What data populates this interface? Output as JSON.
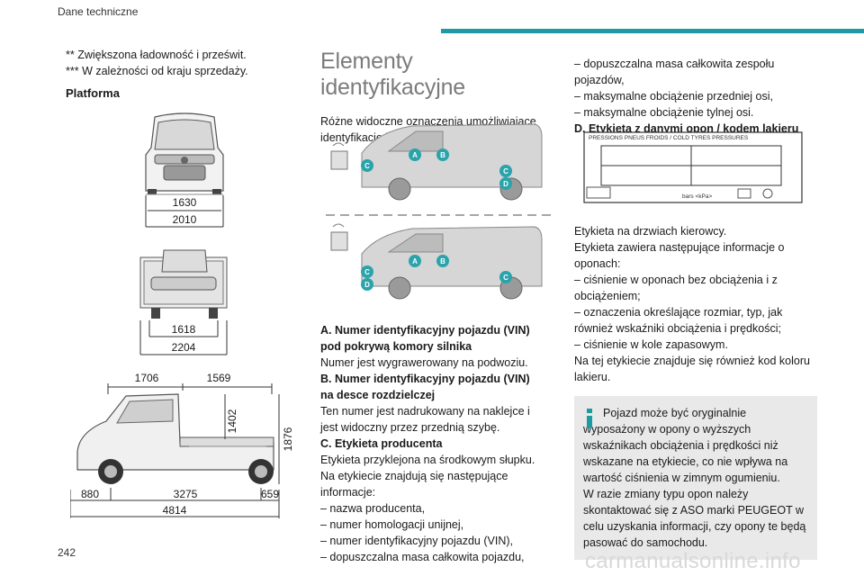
{
  "header": {
    "title": "Dane techniczne",
    "page_number": "242"
  },
  "watermark": "carmanualsonline.info",
  "col1": {
    "footnote1": "** Zwiększona ładowność i prześwit.",
    "footnote2": "*** W zależności od kraju sprzedaży.",
    "platform_heading": "Platforma",
    "front_dims": {
      "inner": "1630",
      "outer": "2010"
    },
    "rear_dims": {
      "inner": "1618",
      "outer": "2204"
    },
    "side_dims": {
      "top_left": "1706",
      "top_right": "1569",
      "height_inner": "1402",
      "height_outer": "1876",
      "front": "880",
      "wheelbase": "3275",
      "rear": "659",
      "total": "4814"
    }
  },
  "col2": {
    "title": "Elementy identyfikacyjne",
    "intro": "Różne widoczne oznaczenia umożliwiające identyfikację i odszukanie pojazdu.",
    "badges": {
      "a": "A",
      "b": "B",
      "c": "C",
      "d": "D"
    },
    "a_head": "A. Numer identyfikacyjny pojazdu (VIN) pod pokrywą komory silnika",
    "a_text": "Numer jest wygrawerowany na podwoziu.",
    "b_head": "B. Numer identyfikacyjny pojazdu (VIN) na desce rozdzielczej",
    "b_text": "Ten numer jest nadrukowany na naklejce i jest widoczny przez przednią szybę.",
    "c_head": "C. Etykieta producenta",
    "c_text1": "Etykieta przyklejona na środkowym słupku.",
    "c_text2": "Na etykiecie znajdują się następujące informacje:",
    "c_list": [
      "– nazwa producenta,",
      "– numer homologacji unijnej,",
      "– numer identyfikacyjny pojazdu (VIN),",
      "– dopuszczalna masa całkowita pojazdu,"
    ]
  },
  "col3": {
    "list": [
      "– dopuszczalna masa całkowita zespołu pojazdów,",
      "– maksymalne obciążenie przedniej osi,",
      "– maksymalne obciążenie tylnej osi."
    ],
    "d_head": "D. Etykieta z danymi opon / kodem lakieru",
    "tire_label": {
      "title": "PRESSIONS PNEUS FROIDS / COLD TYRES PRESSURES",
      "units": "bars  <kPa>"
    },
    "t1": "Etykieta na drzwiach kierowcy.",
    "t2": "Etykieta zawiera następujące informacje o oponach:",
    "t3": "– ciśnienie w oponach bez obciążenia i z obciążeniem;",
    "t4": "– oznaczenia określające rozmiar, typ, jak również wskaźniki obciążenia i prędkości;",
    "t5": "– ciśnienie w kole zapasowym.",
    "t6": "Na tej etykiecie znajduje się również kod koloru lakieru.",
    "note1": "Pojazd może być oryginalnie wyposażony w opony o wyższych wskaźnikach obciążenia i prędkości niż wskazane na etykiecie, co nie wpływa na wartość ciśnienia w zimnym ogumieniu.",
    "note2": "W razie zmiany typu opon należy skontaktować się z ASO marki PEUGEOT w celu uzyskania informacji, czy opony te będą pasować do samochodu."
  },
  "colors": {
    "accent": "#1f9aa3",
    "note_bg": "#e9e9e9",
    "badge_blue": "#2aa3aa"
  }
}
